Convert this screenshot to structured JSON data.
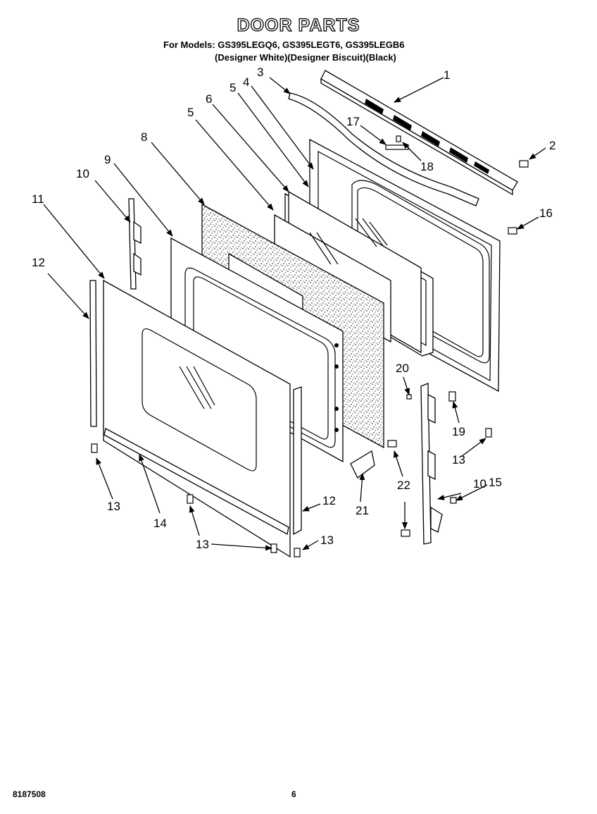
{
  "header": {
    "title": "DOOR PARTS",
    "models_line": "For Models: GS395LEGQ6, GS395LEGT6, GS395LEGB6",
    "colors_line": "(Designer White)(Designer Biscuit)(Black)"
  },
  "footer": {
    "doc_number": "8187508",
    "page_number": "6"
  },
  "callouts": [
    {
      "id": "callout-1",
      "text": "1"
    },
    {
      "id": "callout-2",
      "text": "2"
    },
    {
      "id": "callout-3",
      "text": "3"
    },
    {
      "id": "callout-4",
      "text": "4"
    },
    {
      "id": "callout-5a",
      "text": "5"
    },
    {
      "id": "callout-5b",
      "text": "5"
    },
    {
      "id": "callout-6",
      "text": "6"
    },
    {
      "id": "callout-8",
      "text": "8"
    },
    {
      "id": "callout-9",
      "text": "9"
    },
    {
      "id": "callout-10a",
      "text": "10"
    },
    {
      "id": "callout-10b",
      "text": "10"
    },
    {
      "id": "callout-11",
      "text": "11"
    },
    {
      "id": "callout-12a",
      "text": "12"
    },
    {
      "id": "callout-12b",
      "text": "12"
    },
    {
      "id": "callout-13a",
      "text": "13"
    },
    {
      "id": "callout-13b",
      "text": "13"
    },
    {
      "id": "callout-13c",
      "text": "13"
    },
    {
      "id": "callout-13d",
      "text": "13"
    },
    {
      "id": "callout-14",
      "text": "14"
    },
    {
      "id": "callout-15",
      "text": "15"
    },
    {
      "id": "callout-16",
      "text": "16"
    },
    {
      "id": "callout-17",
      "text": "17"
    },
    {
      "id": "callout-18",
      "text": "18"
    },
    {
      "id": "callout-19",
      "text": "19"
    },
    {
      "id": "callout-20",
      "text": "20"
    },
    {
      "id": "callout-21",
      "text": "21"
    },
    {
      "id": "callout-22",
      "text": "22"
    }
  ]
}
